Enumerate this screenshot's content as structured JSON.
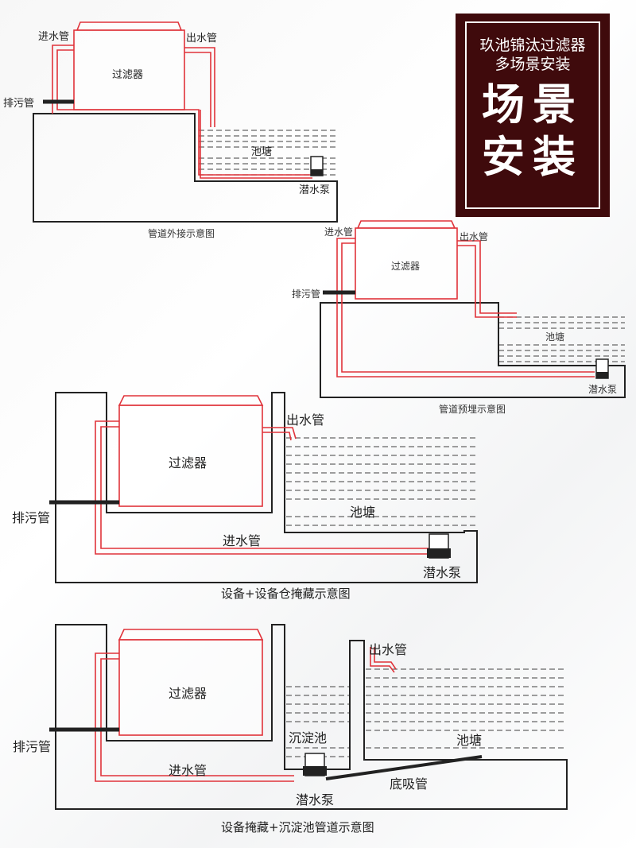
{
  "badge": {
    "line1": "玖池锦汰过滤器",
    "line2": "多场景安装",
    "big1": "场景",
    "big2": "安装"
  },
  "diagrams": [
    {
      "caption": "管道外接示意图",
      "inlet": "进水管",
      "outlet": "出水管",
      "filter": "过滤器",
      "drain": "排污管",
      "pond": "池塘",
      "pump": "潜水泵"
    },
    {
      "caption": "管道预埋示意图",
      "inlet": "进水管",
      "outlet": "出水管",
      "filter": "过滤器",
      "drain": "排污管",
      "pond": "池塘",
      "pump": "潜水泵"
    },
    {
      "caption": "设备+设备仓掩藏示意图",
      "inlet": "进水管",
      "outlet": "出水管",
      "filter": "过滤器",
      "drain": "排污管",
      "pond": "池塘",
      "pump": "潜水泵"
    },
    {
      "caption": "设备掩藏+沉淀池管道示意图",
      "inlet": "进水管",
      "outlet": "出水管",
      "filter": "过滤器",
      "drain": "排污管",
      "pond": "池塘",
      "pump": "潜水泵",
      "settling": "沉淀池",
      "bottom_suction": "底吸管"
    }
  ]
}
